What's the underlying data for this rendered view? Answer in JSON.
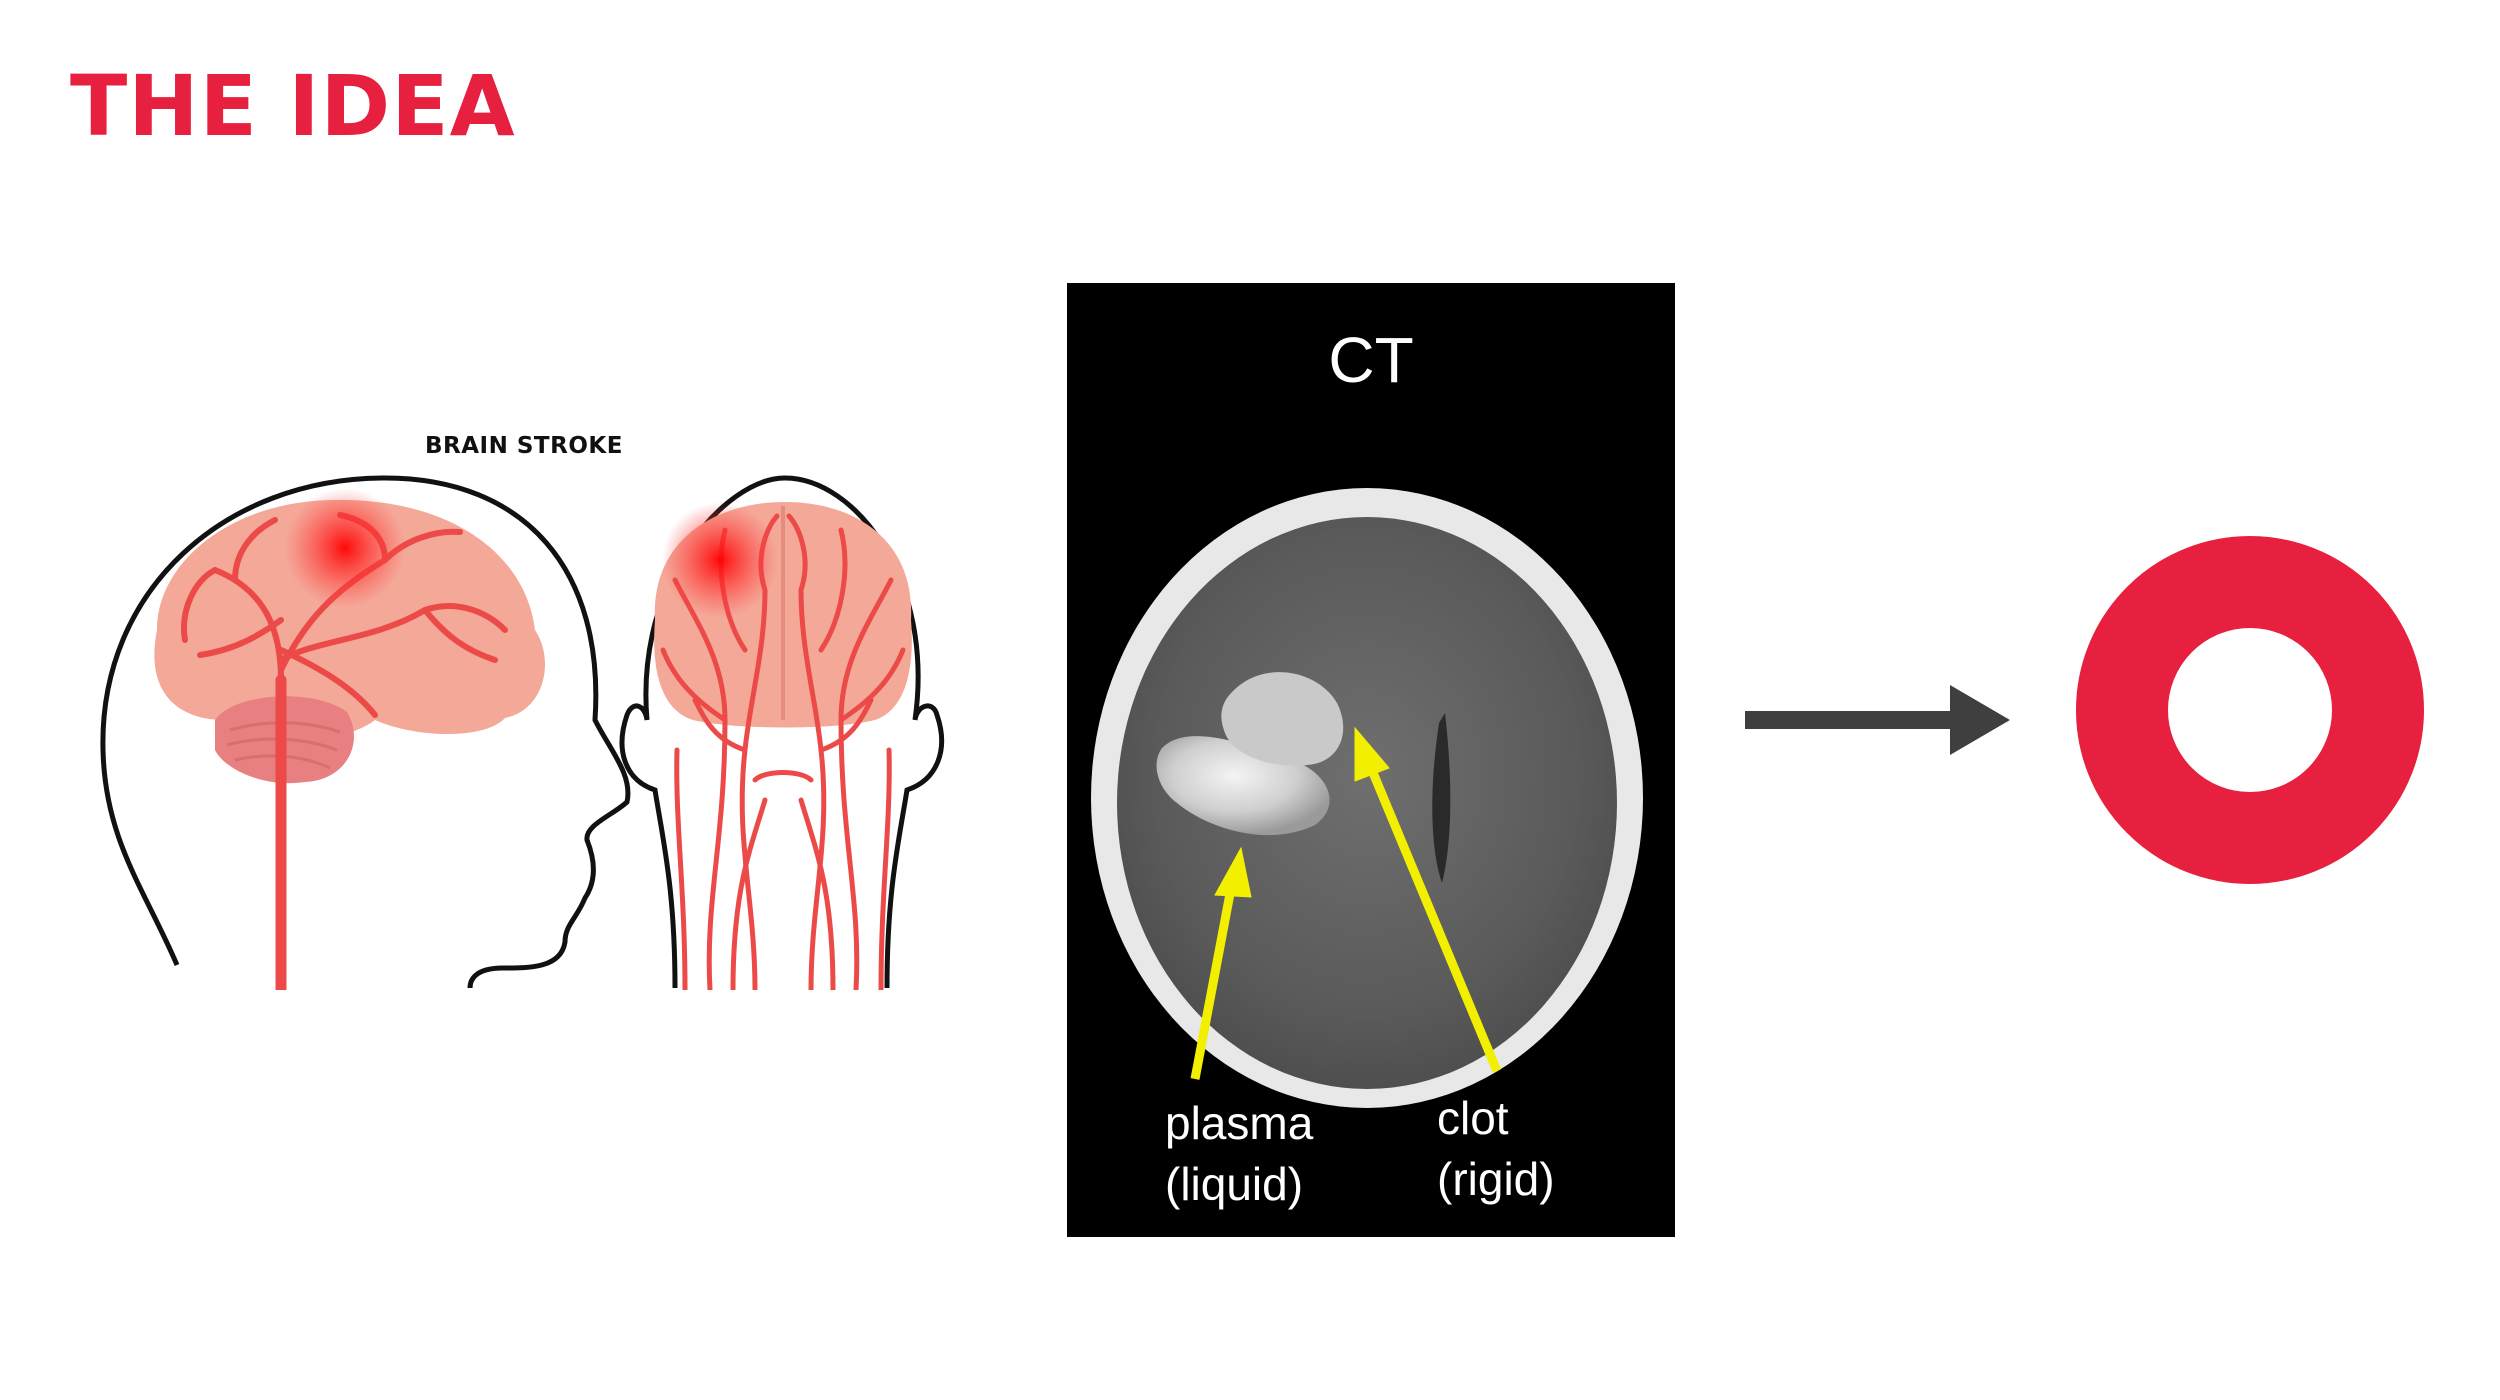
{
  "slide": {
    "title": "THE IDEA"
  },
  "illustration": {
    "caption": "BRAIN STROKE"
  },
  "ct_scan": {
    "title": "CT",
    "labels": {
      "plasma": {
        "line1": "plasma",
        "line2": "(liquid)"
      },
      "clot": {
        "line1": "clot",
        "line2": "(rigid)"
      }
    }
  },
  "colors": {
    "accent": "#e8203f",
    "brain": "#f4a898",
    "vessel": "#ec4a48",
    "cerebellum": "#e87f80",
    "ct_arrow": "#f2f000",
    "flow_arrow": "#3f3f3f"
  },
  "icons": {
    "flow_arrow": "right-arrow-icon",
    "result_shape": "ring-icon"
  }
}
